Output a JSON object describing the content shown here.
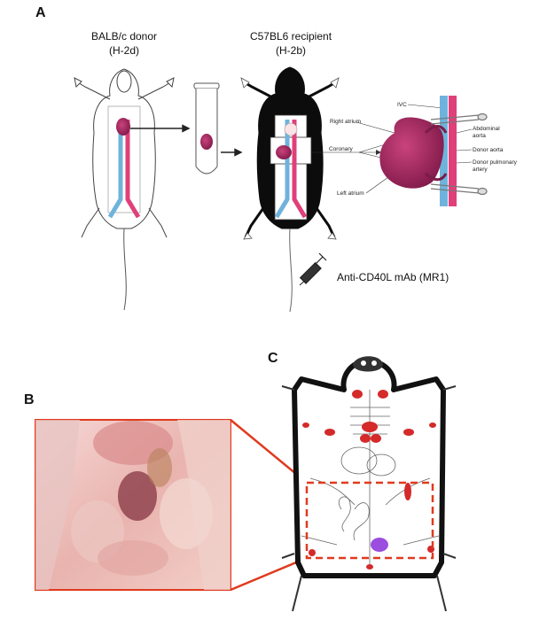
{
  "panels": {
    "a": {
      "letter": "A",
      "donor": {
        "name": "BALB/c donor",
        "haplotype": "(H-2d)"
      },
      "recipient": {
        "name": "C57BL6 recipient",
        "haplotype": "(H-2b)"
      },
      "anatomy_labels": {
        "ivc": "IVC",
        "right_atrium": "Right atrium",
        "coronary": "Coronary",
        "left_atrium": "Left atrium",
        "abdominal_aorta": "Abdominal aorta",
        "donor_aorta": "Donor aorta",
        "donor_pulmonary_artery": "Donor pulmonary artery"
      },
      "treatment": "Anti-CD40L mAb (MR1)"
    },
    "b": {
      "letter": "B"
    },
    "c": {
      "letter": "C"
    }
  },
  "colors": {
    "heart": "#b02a62",
    "vessel_blue": "#6fb3dc",
    "vessel_red": "#e0407a",
    "lymph_node": "#d42a2a",
    "highlight": "#9b4de0",
    "callout": "#e03a1e"
  }
}
